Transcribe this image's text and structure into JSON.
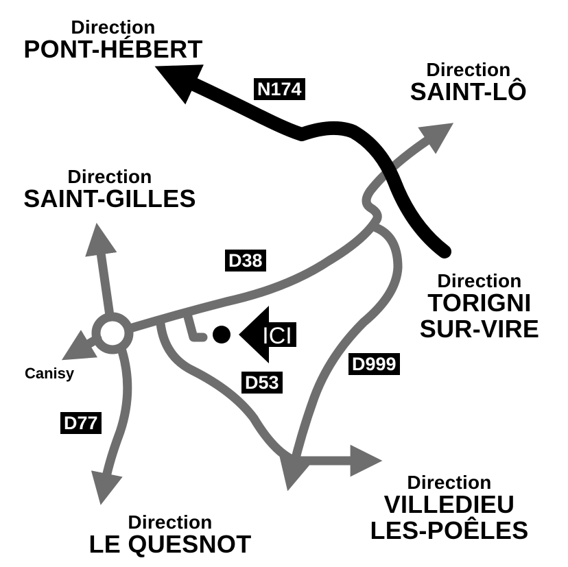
{
  "colors": {
    "road": "#6e6e6e",
    "highway": "#000000",
    "background": "#ffffff",
    "label_bg": "#000000",
    "label_fg": "#ffffff"
  },
  "destinations": {
    "pont_hebert": {
      "prefix": "Direction",
      "name": "PONT-HÉBERT"
    },
    "saint_lo": {
      "prefix": "Direction",
      "name": "SAINT-LÔ"
    },
    "saint_gilles": {
      "prefix": "Direction",
      "name": "SAINT-GILLES"
    },
    "torigni": {
      "prefix": "Direction",
      "name_line1": "TORIGNI",
      "name_line2": "SUR-VIRE"
    },
    "villedieu": {
      "prefix": "Direction",
      "name_line1": "VILLEDIEU",
      "name_line2": "LES-POÊLES"
    },
    "le_quesnot": {
      "prefix": "Direction",
      "name": "LE QUESNOT"
    },
    "canisy": {
      "name": "Canisy"
    }
  },
  "roads": {
    "n174": "N174",
    "d38": "D38",
    "d53": "D53",
    "d999": "D999",
    "d77": "D77"
  },
  "marker": {
    "label": "ICI",
    "icon": "location-dot-with-arrow"
  }
}
